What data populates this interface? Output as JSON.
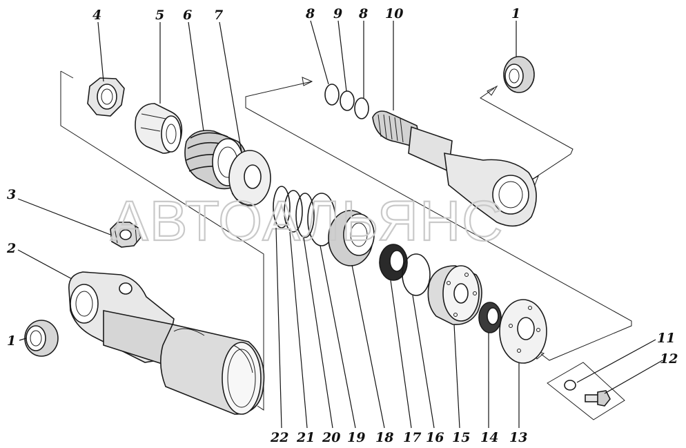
{
  "watermark": "АВТОАЛЬЯНС",
  "callouts": {
    "c1a": "1",
    "c1b": "1",
    "c2": "2",
    "c3": "3",
    "c4": "4",
    "c5": "5",
    "c6": "6",
    "c7": "7",
    "c8a": "8",
    "c9": "9",
    "c8b": "8",
    "c10": "10",
    "c11": "11",
    "c12": "12",
    "c13": "13",
    "c14": "14",
    "c15": "15",
    "c16": "16",
    "c17": "17",
    "c18": "18",
    "c19": "19",
    "c20": "20",
    "c21": "21",
    "c22": "22"
  }
}
